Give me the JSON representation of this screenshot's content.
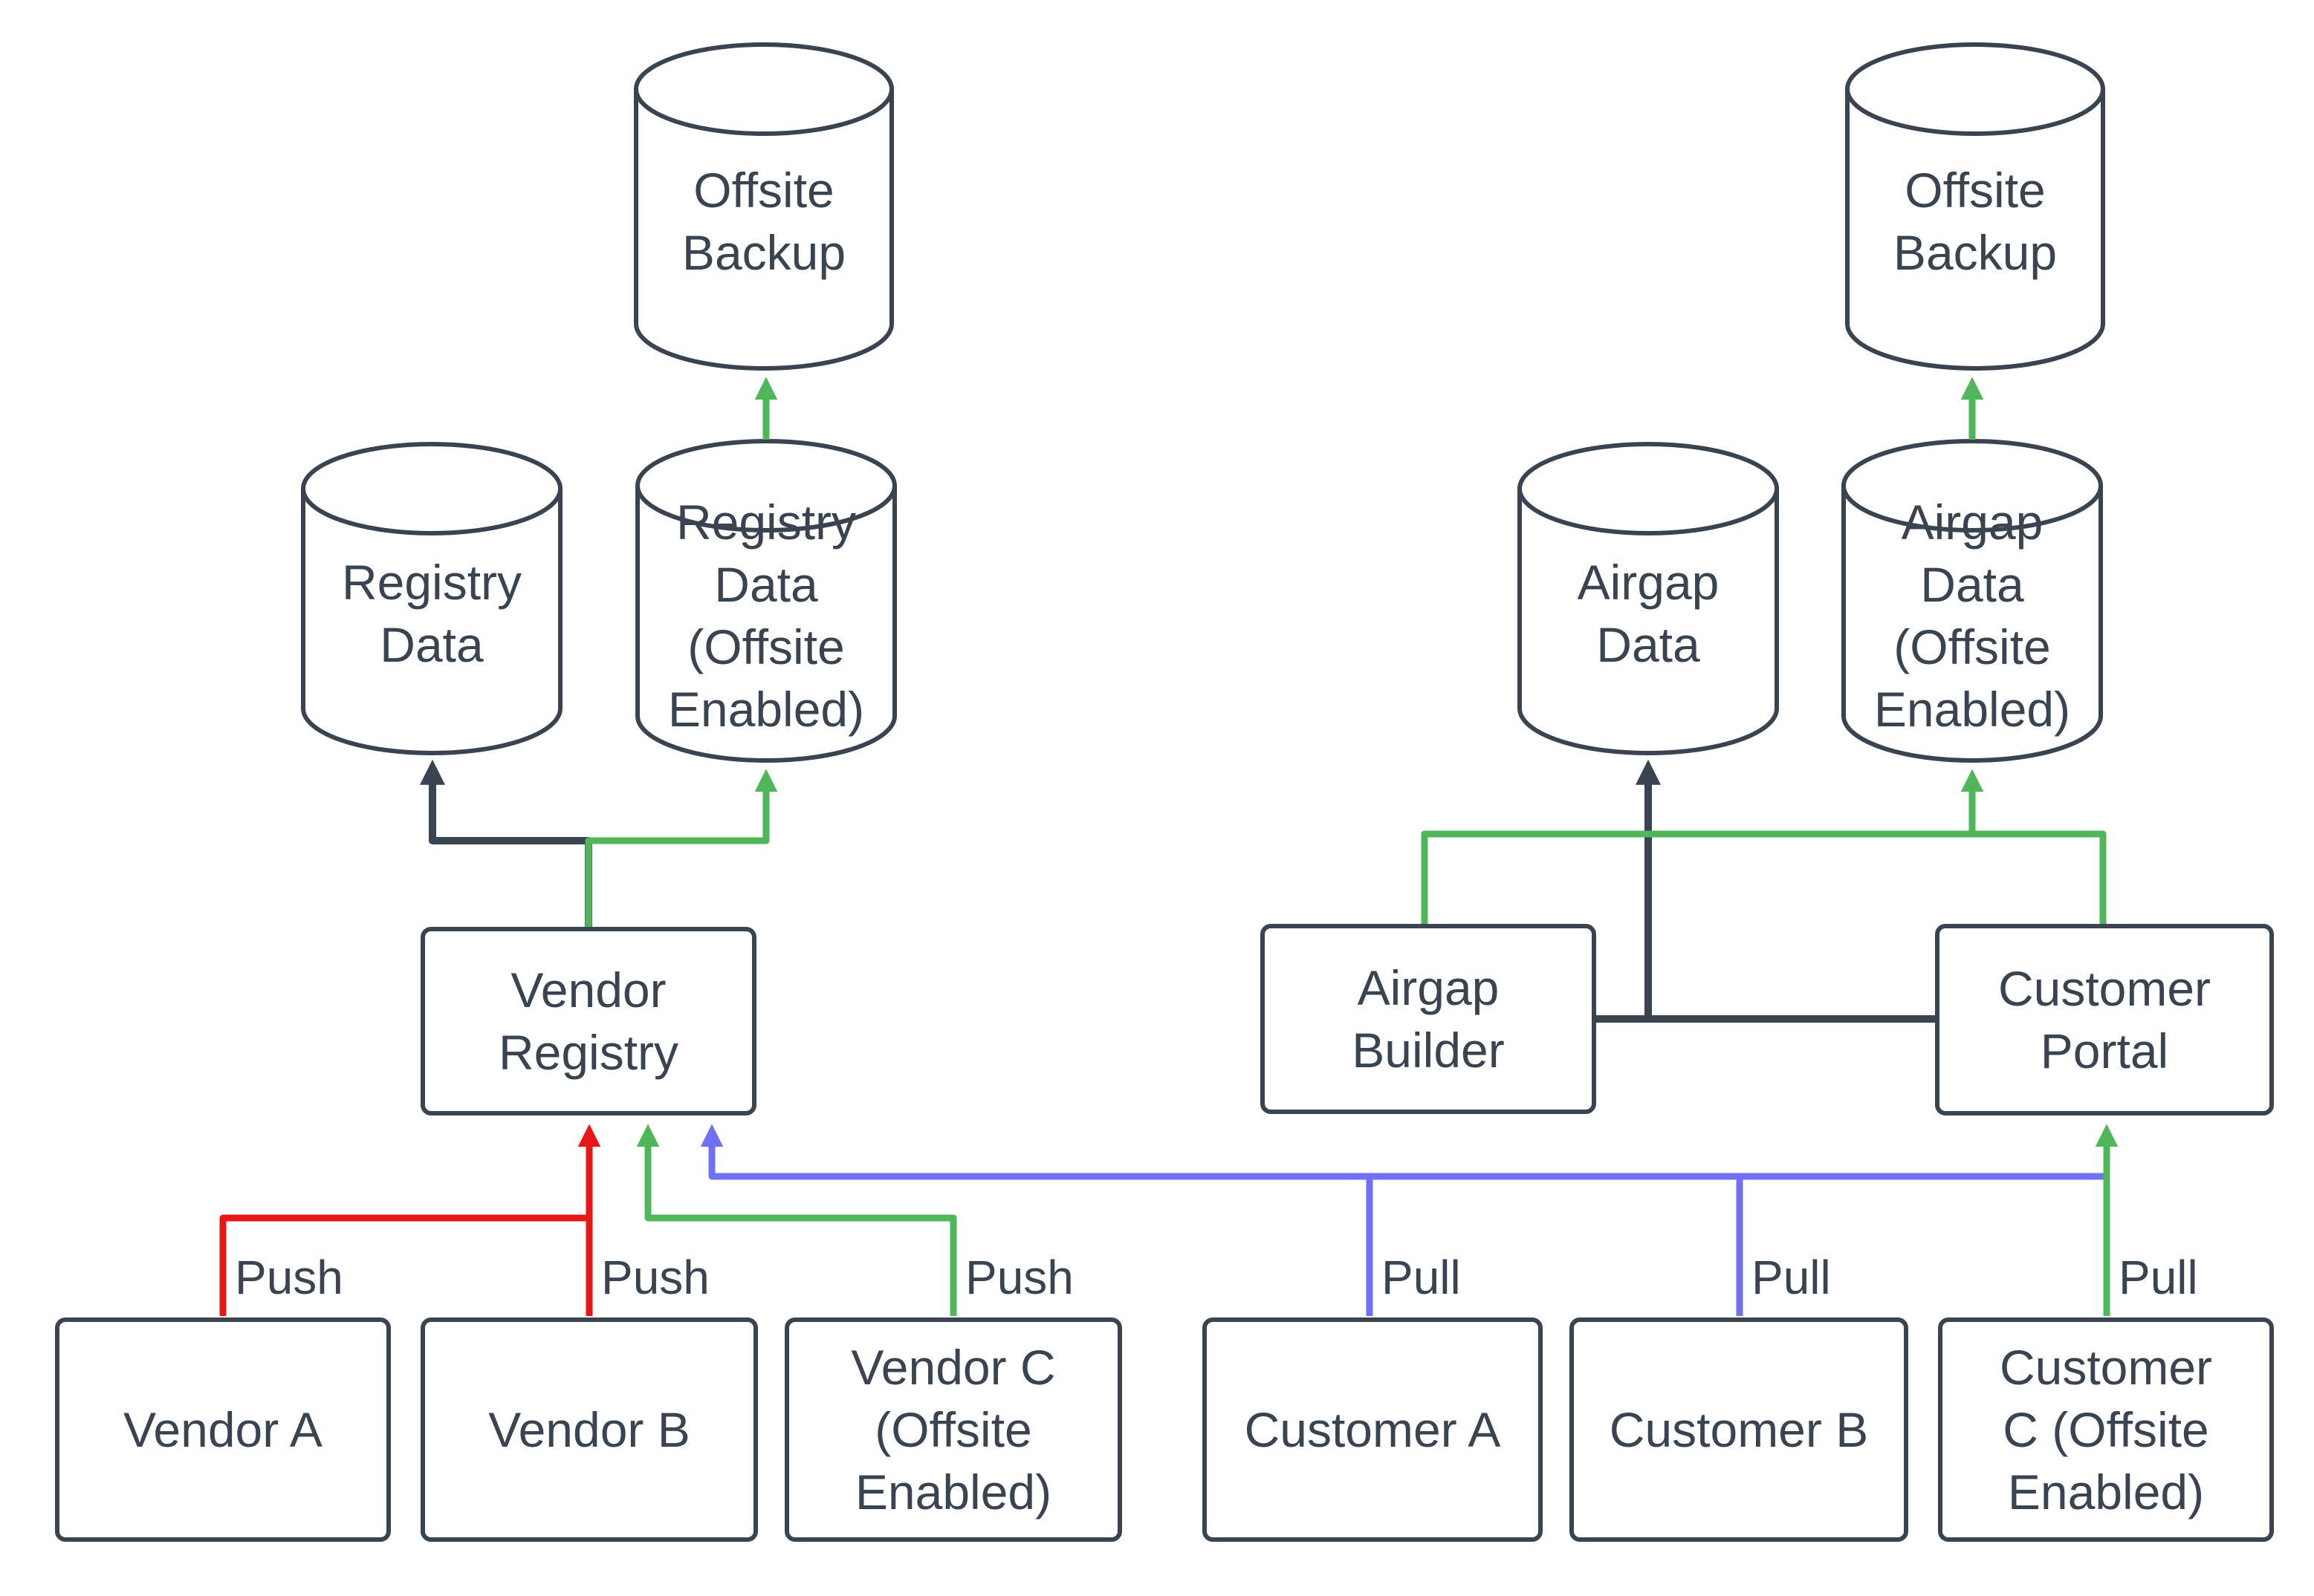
{
  "colors": {
    "dark": "#3a4451",
    "red": "#e81717",
    "green": "#4fb65a",
    "blue": "#7070f2",
    "background": "#ffffff"
  },
  "nodes": {
    "offsite_backup_left": {
      "label": "Offsite Backup",
      "shape": "cylinder"
    },
    "registry_data": {
      "label": "Registry Data",
      "shape": "cylinder"
    },
    "registry_data_offsite": {
      "label": "Registry Data (Offsite Enabled)",
      "shape": "cylinder"
    },
    "vendor_registry": {
      "label": "Vendor Registry",
      "shape": "rectangle"
    },
    "vendor_a": {
      "label": "Vendor A",
      "shape": "rectangle"
    },
    "vendor_b": {
      "label": "Vendor B",
      "shape": "rectangle"
    },
    "vendor_c": {
      "label": "Vendor C (Offsite Enabled)",
      "shape": "rectangle"
    },
    "offsite_backup_right": {
      "label": "Offsite Backup",
      "shape": "cylinder"
    },
    "airgap_data": {
      "label": "Airgap Data",
      "shape": "cylinder"
    },
    "airgap_data_offsite": {
      "label": "Airgap Data (Offsite Enabled)",
      "shape": "cylinder"
    },
    "airgap_builder": {
      "label": "Airgap Builder",
      "shape": "rectangle"
    },
    "customer_portal": {
      "label": "Customer Portal",
      "shape": "rectangle"
    },
    "customer_a": {
      "label": "Customer A",
      "shape": "rectangle"
    },
    "customer_b": {
      "label": "Customer B",
      "shape": "rectangle"
    },
    "customer_c": {
      "label": "Customer C (Offsite Enabled)",
      "shape": "rectangle"
    }
  },
  "edge_labels": {
    "push_a": "Push",
    "push_b": "Push",
    "push_c": "Push",
    "pull_a": "Pull",
    "pull_b": "Pull",
    "pull_c": "Pull"
  },
  "edges": [
    {
      "from": "Vendor A",
      "to": "Vendor Registry",
      "label": "Push",
      "color": "red"
    },
    {
      "from": "Vendor B",
      "to": "Vendor Registry",
      "label": "Push",
      "color": "red"
    },
    {
      "from": "Vendor C (Offsite Enabled)",
      "to": "Vendor Registry",
      "label": "Push",
      "color": "green"
    },
    {
      "from": "Vendor Registry",
      "to": "Registry Data",
      "color": "dark"
    },
    {
      "from": "Vendor Registry",
      "to": "Registry Data (Offsite Enabled)",
      "color": "green"
    },
    {
      "from": "Registry Data (Offsite Enabled)",
      "to": "Offsite Backup",
      "color": "green"
    },
    {
      "from": "Customer A",
      "to": "Vendor Registry",
      "label": "Pull",
      "color": "blue"
    },
    {
      "from": "Customer B",
      "to": "Vendor Registry",
      "label": "Pull",
      "color": "blue"
    },
    {
      "from": "Customer C (Offsite Enabled)",
      "to": "Customer Portal",
      "label": "Pull",
      "color": "green"
    },
    {
      "from": "Airgap Builder",
      "to": "Airgap Data",
      "color": "dark"
    },
    {
      "from": "Customer Portal",
      "to": "Airgap Data",
      "color": "dark"
    },
    {
      "from": "Airgap Builder",
      "to": "Airgap Data (Offsite Enabled)",
      "color": "green"
    },
    {
      "from": "Customer Portal",
      "to": "Airgap Data (Offsite Enabled)",
      "color": "green"
    },
    {
      "from": "Airgap Data (Offsite Enabled)",
      "to": "Offsite Backup",
      "color": "green"
    }
  ]
}
